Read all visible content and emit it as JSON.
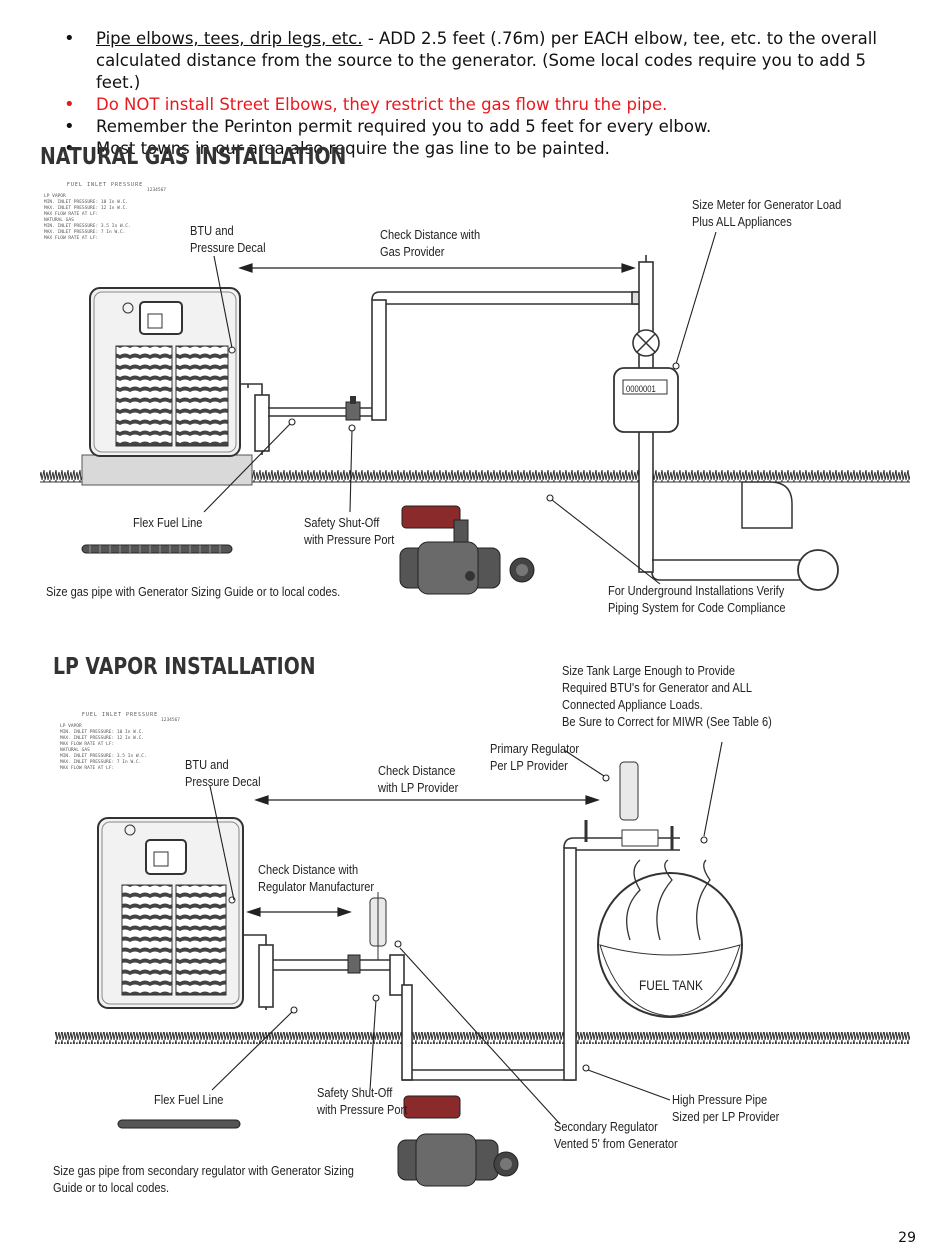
{
  "bullets": {
    "b1_link": "Pipe elbows, tees, drip legs, etc.",
    "b1_rest": " - ADD 2.5 feet (.76m) per EACH elbow, tee, etc. to the overall calculated distance from the source to the generator. (Some local codes require you to add 5 feet.)",
    "b2": "Do NOT install Street Elbows, they restrict the gas flow thru the pipe.",
    "b3": "Remember the Perinton permit required you to add 5 feet for every elbow.",
    "b4": "Most towns in our area also require the gas line to be painted."
  },
  "natural_gas": {
    "title": "NATURAL GAS INSTALLATION",
    "btu_decal": "BTU and\nPressure Decal",
    "check_distance": "Check Distance with\nGas Provider",
    "size_meter": "Size Meter for Generator Load\nPlus ALL Appliances",
    "meter_reading": "0000001",
    "flex_fuel": "Flex Fuel Line",
    "safety_shutoff": "Safety Shut-Off\nwith Pressure Port",
    "size_pipe": "Size gas pipe with Generator Sizing Guide or to local codes.",
    "underground": "For Underground Installations Verify\nPiping System for Code Compliance"
  },
  "lp_vapor": {
    "title": "LP VAPOR INSTALLATION",
    "size_tank": "Size Tank Large Enough to Provide\nRequired BTU's for Generator and ALL\nConnected Appliance Loads.\nBe Sure to Correct for MIWR (See Table 6)",
    "primary_regulator": "Primary Regulator\nPer LP Provider",
    "btu_decal": "BTU and\nPressure Decal",
    "check_distance_lp": "Check Distance\nwith LP Provider",
    "check_distance_reg": "Check Distance with\nRegulator Manufacturer",
    "fuel_tank": "FUEL TANK",
    "flex_fuel": "Flex Fuel Line",
    "safety_shutoff": "Safety Shut-Off\nwith Pressure Port",
    "high_pressure": "High Pressure Pipe\nSized per LP Provider",
    "secondary_regulator": "Secondary Regulator\nVented 5' from Generator",
    "size_pipe": "Size gas pipe from secondary regulator with Generator Sizing\nGuide or to local codes."
  },
  "decal": {
    "title": "FUEL INLET PRESSURE",
    "serial": "1234567",
    "lines": [
      "LP VAPOR",
      "MIN. INLET PRESSURE: 10 In W.C.",
      "MAX. INLET PRESSURE: 12 In W.C.",
      "MAX FLOW RATE AT LF:",
      "NATURAL GAS",
      "MIN. INLET PRESSURE: 3.5 In W.C.",
      "MAX. INLET PRESSURE: 7 In W.C.",
      "MAX FLOW RATE AT LF:"
    ]
  },
  "page_number": "29"
}
